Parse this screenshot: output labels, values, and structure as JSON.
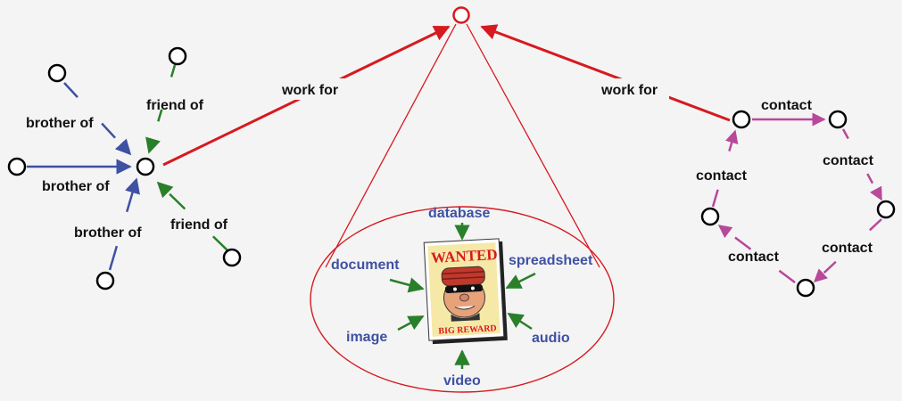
{
  "colors": {
    "blue": "#3f51a3",
    "green": "#2a7f2a",
    "red": "#d71920",
    "magenta": "#b8489a",
    "text_blue": "#3f51a3",
    "node_stroke": "#000000",
    "background": "#f4f4f4"
  },
  "left_cluster": {
    "labels": {
      "brother_top": "brother of",
      "brother_left": "brother of",
      "brother_bottom": "brother of",
      "friend_top": "friend of",
      "friend_bottom": "friend of"
    }
  },
  "edges": {
    "work_for_left": "work for",
    "work_for_right": "work for"
  },
  "right_cycle": {
    "labels": {
      "top": "contact",
      "right_upper": "contact",
      "right_lower": "contact",
      "bottom": "contact",
      "left": "contact"
    }
  },
  "center": {
    "data_types": {
      "database": "database",
      "document": "document",
      "spreadsheet": "spreadsheet",
      "image": "image",
      "audio": "audio",
      "video": "video"
    },
    "poster": {
      "title": "WANTED",
      "reward": "BIG REWARD",
      "icon": "wanted-poster-icon"
    }
  }
}
